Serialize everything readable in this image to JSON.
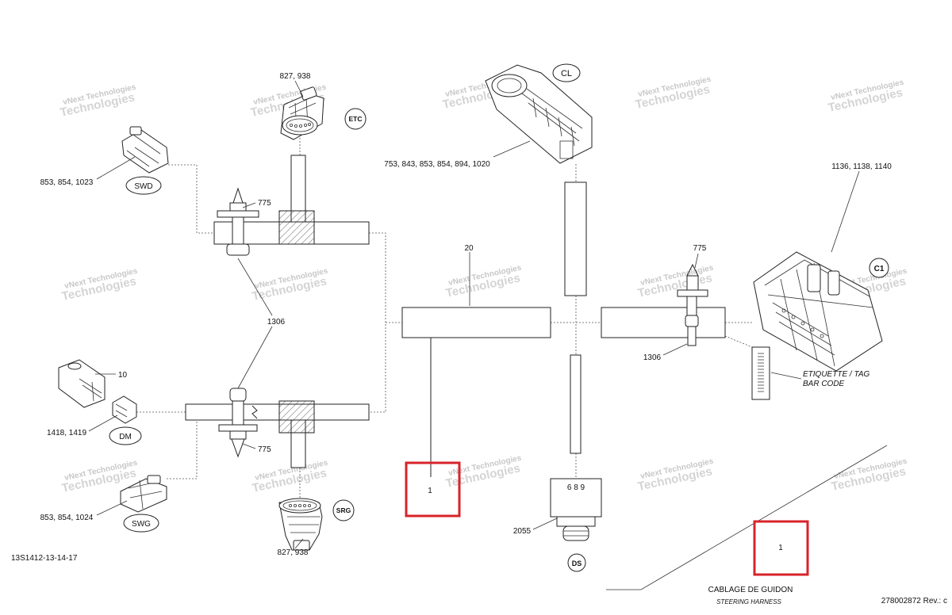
{
  "watermark": {
    "line1": "vNext Technologies",
    "line2": "Technologies"
  },
  "connectors": {
    "cl": "CL",
    "etc": "ETC",
    "swd": "SWD",
    "dm": "DM",
    "swg": "SWG",
    "srg": "SRG",
    "ds": "DS",
    "c1": "C1"
  },
  "callouts": {
    "etc_parts": "827, 938",
    "cl_parts": "753, 843, 853, 854, 894, 1020",
    "swd_parts": "853, 854, 1023",
    "clip_top_left": "775",
    "clip_bottom_left": "775",
    "clip_right": "775",
    "harness_main": "20",
    "sleeve_left": "1306",
    "sleeve_right": "1306",
    "c1_parts": "1136, 1138, 1140",
    "dm_sensor": "10",
    "dm_parts": "1418, 1419",
    "swg_parts": "853, 854, 1024",
    "srg_parts": "827, 938",
    "ds_parts": "2055",
    "ds_pins": "6 8 9",
    "box_center": "1",
    "box_right": "1"
  },
  "tag": {
    "line1": "ETIQUETTE / TAG",
    "line2": "BAR CODE"
  },
  "footer": {
    "drawing_id": "13S1412-13-14-17",
    "title_fr": "CABLAGE DE GUIDON",
    "title_en": "STEERING HARNESS",
    "part_rev": "278002872 Rev.: c"
  },
  "colors": {
    "highlight": "#d8232a",
    "line": "#222222"
  }
}
